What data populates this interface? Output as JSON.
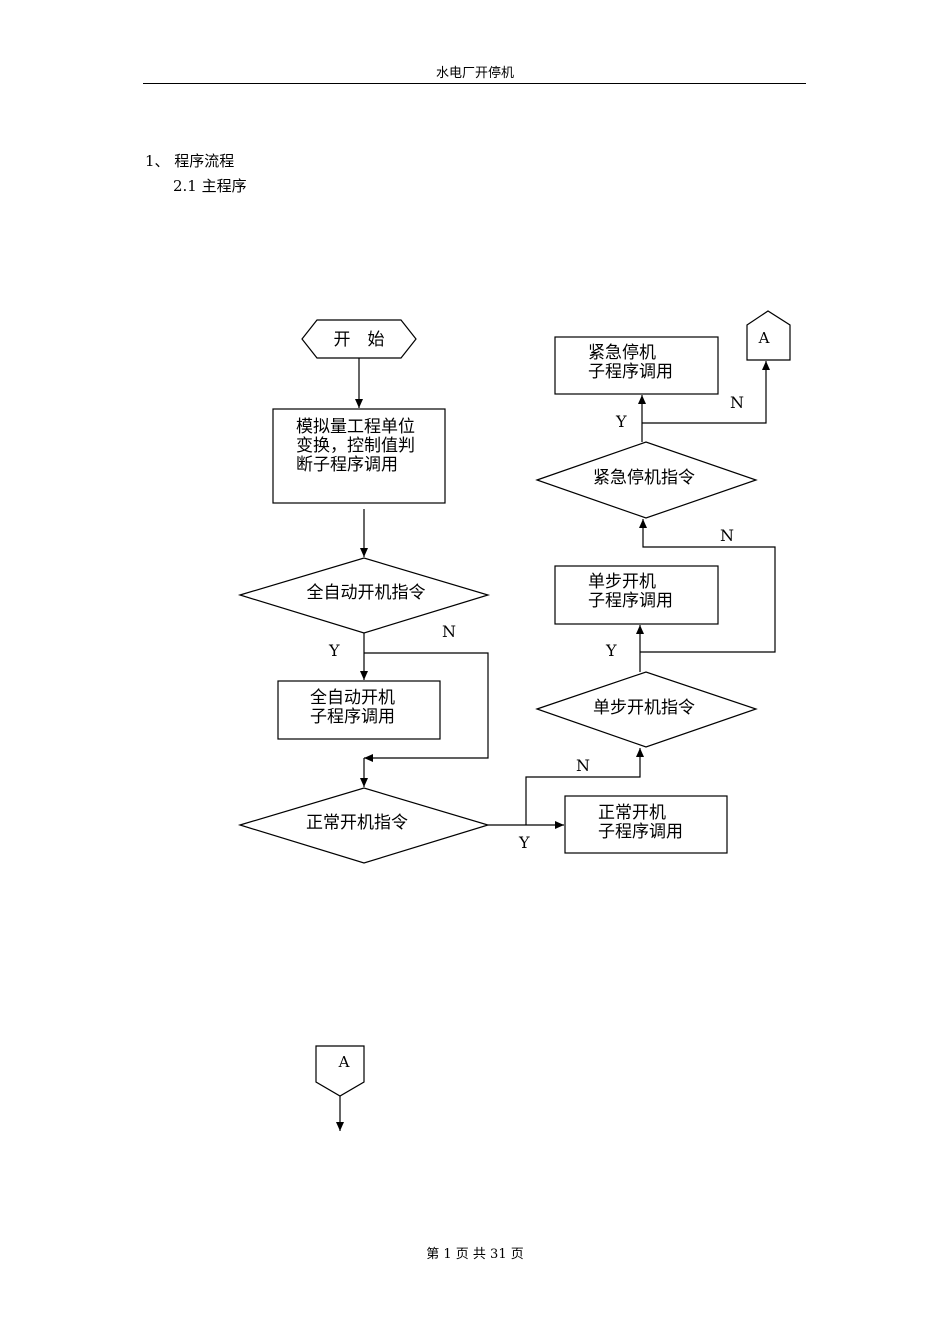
{
  "header": {
    "title": "水电厂开停机"
  },
  "section": {
    "heading": "1、 程序流程",
    "subheading": "2.1 主程序"
  },
  "flowchart": {
    "start": "开　始",
    "convert": [
      "模拟量工程单位",
      "变换，控制值判",
      "断子程序调用"
    ],
    "auto_cmd": "全自动开机指令",
    "auto_call": [
      "全自动开机",
      "子程序调用"
    ],
    "normal_cmd": "正常开机指令",
    "normal_call": [
      "正常开机",
      "子程序调用"
    ],
    "step_cmd": "单步开机指令",
    "step_call": [
      "单步开机",
      "子程序调用"
    ],
    "emerg_cmd": "紧急停机指令",
    "emerg_call": [
      "紧急停机",
      "子程序调用"
    ],
    "connector": "A",
    "yes": "Y",
    "no": "N"
  },
  "footer": {
    "page": "第 1 页 共 31 页"
  }
}
